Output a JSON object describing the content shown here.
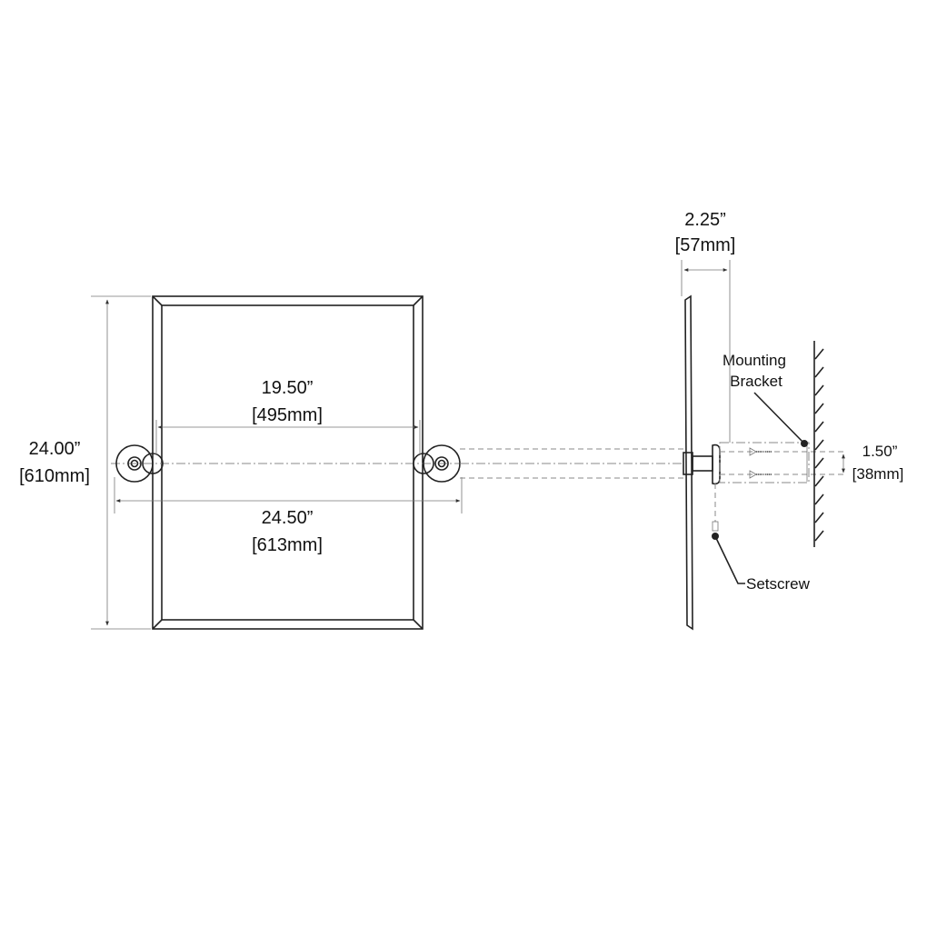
{
  "front_view": {
    "width_inner": {
      "imperial": "19.50”",
      "metric": "[495mm]"
    },
    "width_overall": {
      "imperial": "24.50”",
      "metric": "[613mm]"
    },
    "height": {
      "imperial": "24.00”",
      "metric": "[610mm]"
    }
  },
  "side_view": {
    "projection": {
      "imperial": "2.25”",
      "metric": "[57mm]"
    },
    "bracket_spacing": {
      "imperial": "1.50”",
      "metric": "[38mm]"
    },
    "labels": {
      "mounting_line1": "Mounting",
      "mounting_line2": "Bracket",
      "setscrew": "Setscrew"
    }
  }
}
